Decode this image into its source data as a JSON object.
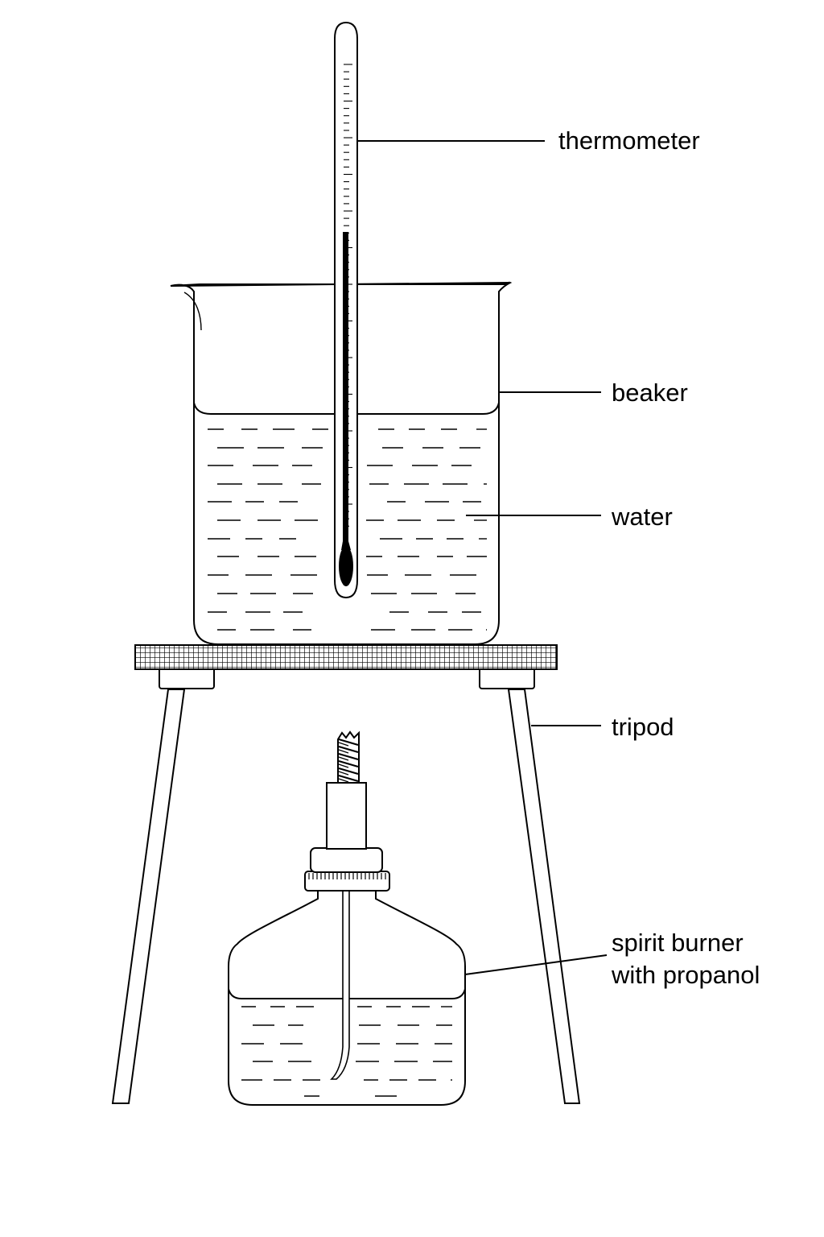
{
  "labels": {
    "thermometer": "thermometer",
    "beaker": "beaker",
    "water": "water",
    "tripod": "tripod",
    "burner_line1": "spirit burner",
    "burner_line2": "with propanol"
  }
}
